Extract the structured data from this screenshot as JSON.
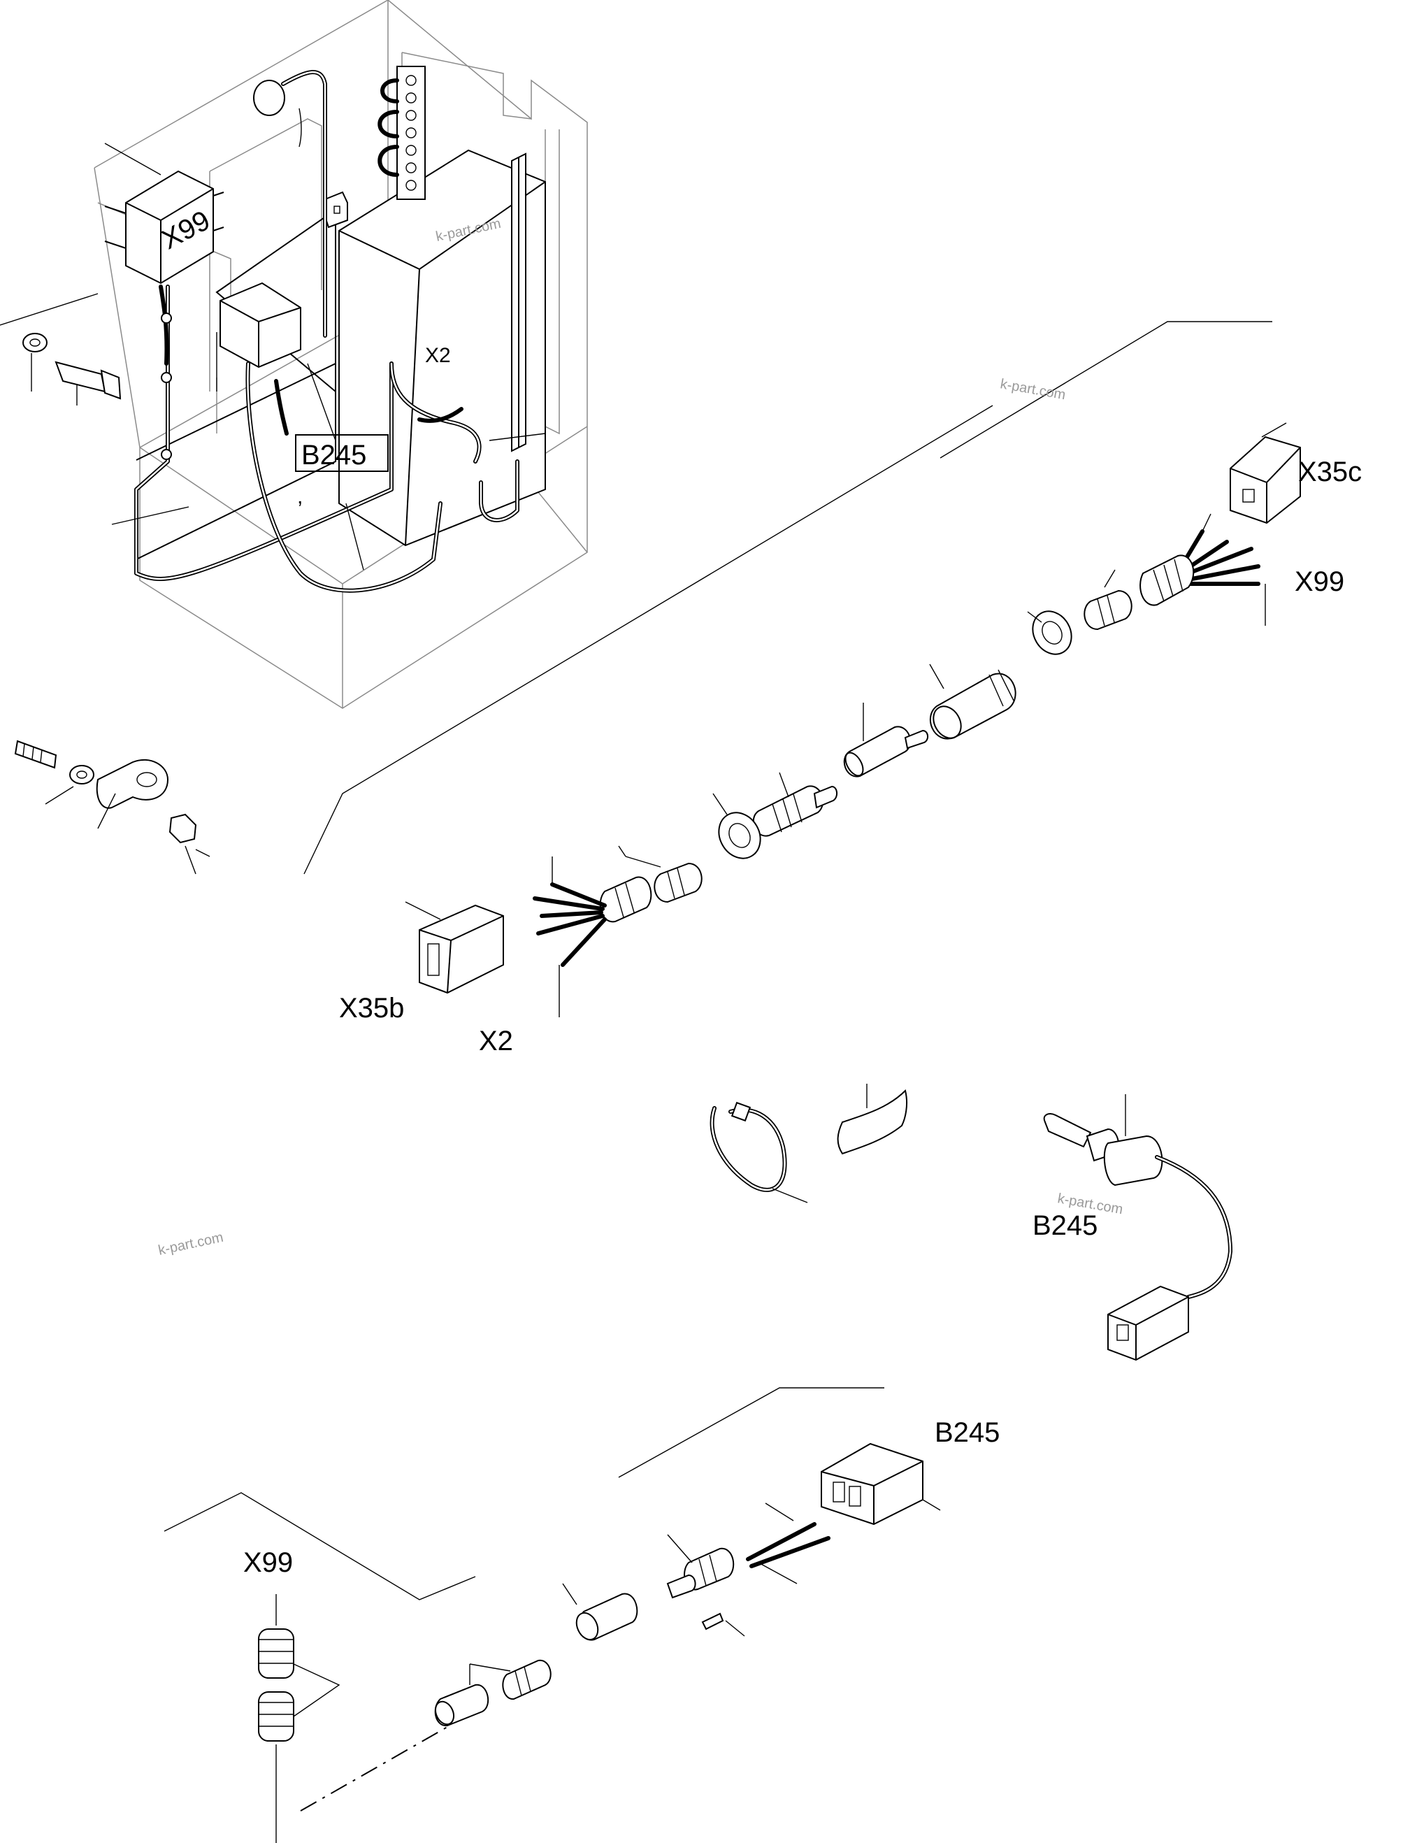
{
  "labels": {
    "x99_cabinet": "X99",
    "x2_cabinet": "X2",
    "b245_cabinet": "B245",
    "b245_tick": ",",
    "x35c": "X35c",
    "x99_upper": "X99",
    "x35b": "X35b",
    "x2_lower": "X2",
    "b245_sensor": "B245",
    "b245_connector": "B245",
    "x99_bottom": "X99"
  },
  "watermarks": {
    "w1": "k-part.com",
    "w2": "k-part.com",
    "w3": "k-part.com",
    "w4": "k-part.com"
  }
}
